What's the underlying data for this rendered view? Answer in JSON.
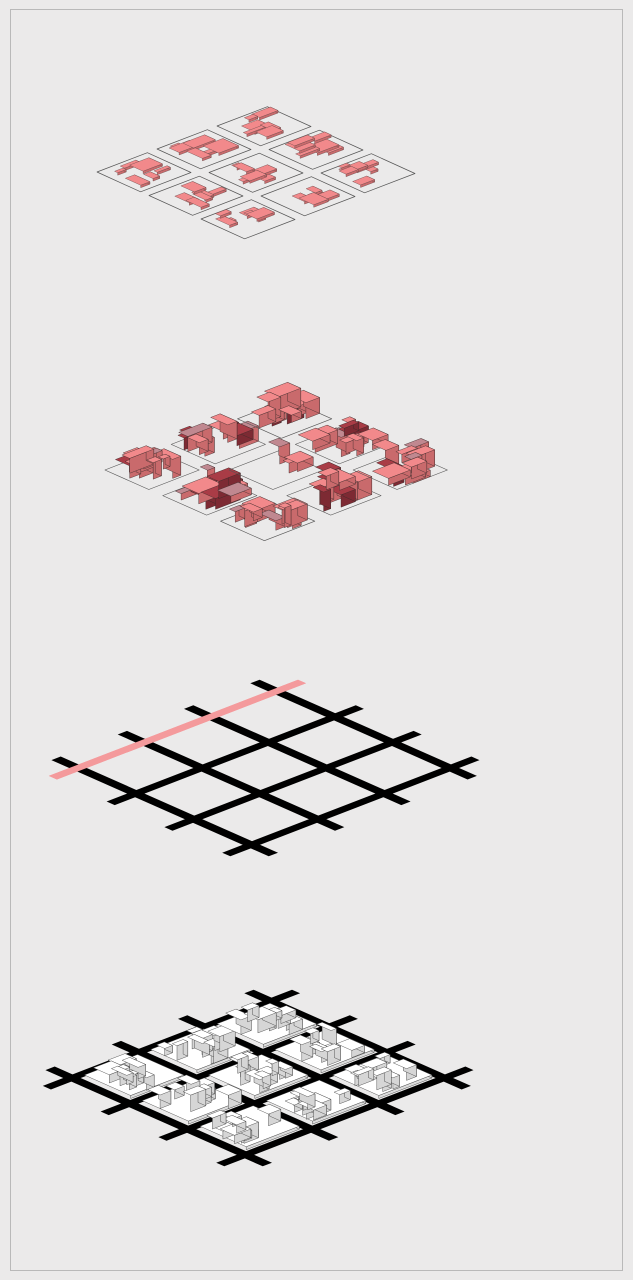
{
  "title": "",
  "colors": {
    "background": "#ebeaea",
    "frame_border": "#b9b9b9",
    "block_outline": "#555555",
    "building_pink": "#f2898b",
    "building_pink_side": "#c96a6c",
    "building_dark": "#a93c46",
    "building_dark_side": "#7d2a33",
    "building_mauve": "#c08890",
    "street_black": "#000000",
    "highlight_street": "#f49a9c",
    "model_white": "#ffffff",
    "model_line": "#333333"
  },
  "layers": [
    {
      "name": "footprints-layer",
      "kind": "pink building footprints on 3x3 block grid"
    },
    {
      "name": "massing-layer",
      "kind": "pink and dark red building volumes"
    },
    {
      "name": "street-grid-layer",
      "kind": "black street grid with one pink highlighted street"
    },
    {
      "name": "city-model-layer",
      "kind": "white massing model with black streets"
    }
  ]
}
